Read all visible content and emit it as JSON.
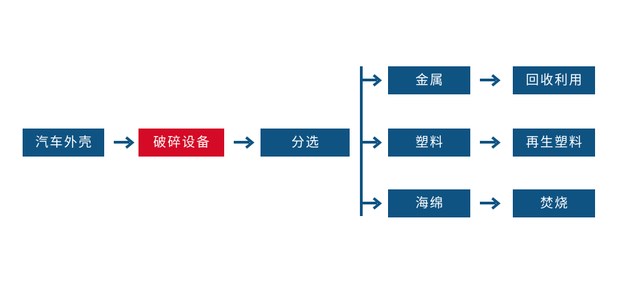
{
  "diagram": {
    "type": "process-flow",
    "colors": {
      "primary_blue": "#0F5382",
      "highlight_red": "#D40A26",
      "text": "#FFFFFF",
      "background": "#FFFFFF"
    },
    "main_chain": [
      {
        "id": "car-shell",
        "label": "汽车外壳",
        "color": "blue"
      },
      {
        "id": "crushing-equipment",
        "label": "破碎设备",
        "color": "red"
      },
      {
        "id": "sorting",
        "label": "分选",
        "color": "blue"
      }
    ],
    "branches": [
      {
        "id": "metal",
        "material": {
          "id": "metal-node",
          "label": "金属",
          "color": "blue"
        },
        "outcome": {
          "id": "recycle-node",
          "label": "回收利用",
          "color": "blue"
        }
      },
      {
        "id": "plastic",
        "material": {
          "id": "plastic-node",
          "label": "塑料",
          "color": "blue"
        },
        "outcome": {
          "id": "regen-plastic-node",
          "label": "再生塑料",
          "color": "blue"
        }
      },
      {
        "id": "sponge",
        "material": {
          "id": "sponge-node",
          "label": "海绵",
          "color": "blue"
        },
        "outcome": {
          "id": "incineration-node",
          "label": "焚烧",
          "color": "blue"
        }
      }
    ],
    "connectors": {
      "arrow_icon": "right-arrow-icon",
      "bus_icon": "vertical-branch-line"
    }
  }
}
